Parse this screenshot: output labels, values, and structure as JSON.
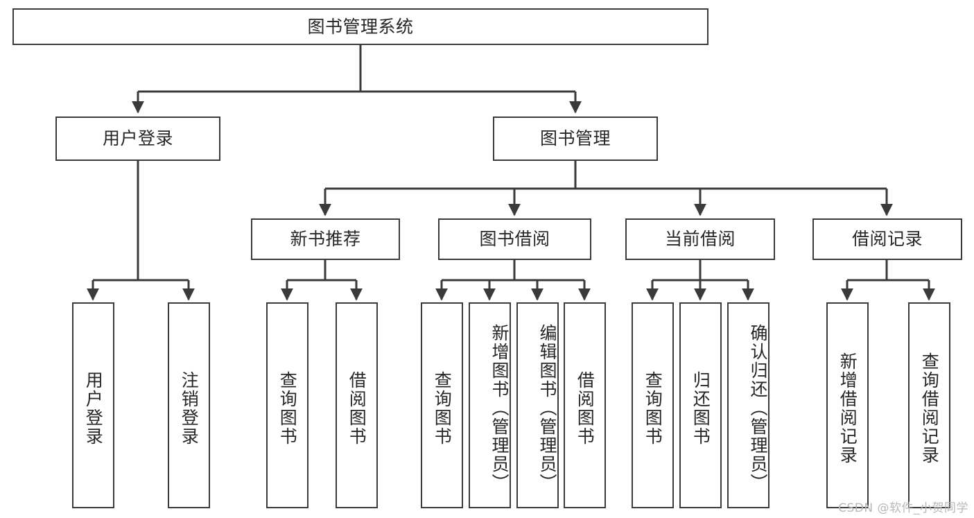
{
  "diagram": {
    "title": "图书管理系统",
    "type": "tree-hierarchy-chart",
    "watermark": "CSDN @软件_小贺同学",
    "colors": {
      "node_border": "#3a3a3a",
      "node_fill": "#ffffff",
      "edge": "#3a3a3a",
      "text": "#262626",
      "watermark": "#b8b8b8"
    },
    "nodes": {
      "root": {
        "label": "图书管理系统"
      },
      "level2": [
        {
          "id": "user-login",
          "label": "用户登录"
        },
        {
          "id": "book-management",
          "label": "图书管理"
        }
      ],
      "level3": [
        {
          "id": "new-book-recommend",
          "label": "新书推荐"
        },
        {
          "id": "book-borrow",
          "label": "图书借阅"
        },
        {
          "id": "current-borrow",
          "label": "当前借阅"
        },
        {
          "id": "borrow-record",
          "label": "借阅记录"
        }
      ],
      "leaves": {
        "user_login": [
          {
            "id": "leaf-user-login",
            "label": "用户登录"
          },
          {
            "id": "leaf-logout-login",
            "label": "注销登录"
          }
        ],
        "new_book_recommend": [
          {
            "id": "leaf-query-book-1",
            "label": "查询图书"
          },
          {
            "id": "leaf-borrow-book-1",
            "label": "借阅图书"
          }
        ],
        "book_borrow": [
          {
            "id": "leaf-query-book-2",
            "label": "查询图书"
          },
          {
            "id": "leaf-add-book",
            "label": "新增图书（管理员）"
          },
          {
            "id": "leaf-edit-book",
            "label": "编辑图书（管理员）"
          },
          {
            "id": "leaf-borrow-book-2",
            "label": "借阅图书"
          }
        ],
        "current_borrow": [
          {
            "id": "leaf-query-book-3",
            "label": "查询图书"
          },
          {
            "id": "leaf-return-book",
            "label": "归还图书"
          },
          {
            "id": "leaf-confirm-return",
            "label": "确认归还（管理员）"
          }
        ],
        "borrow_record": [
          {
            "id": "leaf-add-record",
            "label": "新增借阅记录"
          },
          {
            "id": "leaf-query-record",
            "label": "查询借阅记录"
          }
        ]
      }
    }
  }
}
